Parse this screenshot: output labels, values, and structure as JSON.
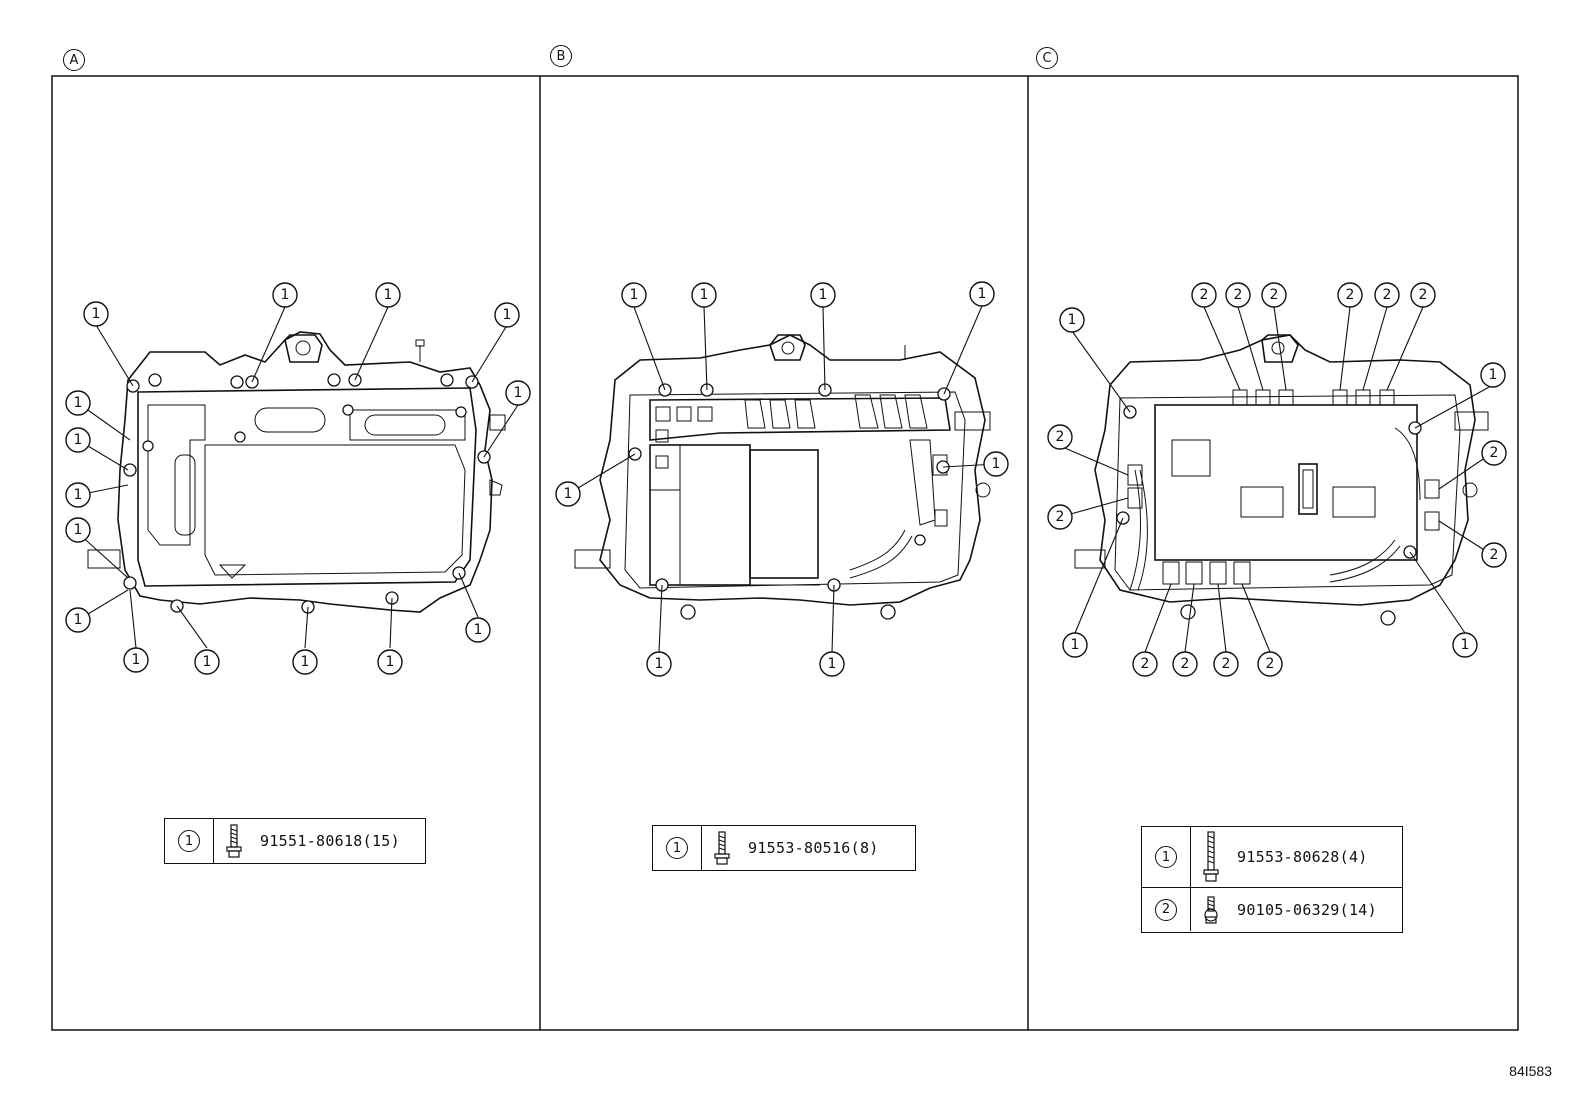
{
  "panels": [
    {
      "id": "A",
      "label": "A",
      "legend": [
        {
          "number": "1",
          "icon": "flange-bolt-icon",
          "part_number": "91551-80618(15)"
        }
      ]
    },
    {
      "id": "B",
      "label": "B",
      "legend": [
        {
          "number": "1",
          "icon": "flange-bolt-icon",
          "part_number": "91553-80516(8)"
        }
      ]
    },
    {
      "id": "C",
      "label": "C",
      "legend": [
        {
          "number": "1",
          "icon": "long-bolt-icon",
          "part_number": "91553-80628(4)"
        },
        {
          "number": "2",
          "icon": "short-bolt-icon",
          "part_number": "90105-06329(14)"
        }
      ]
    }
  ],
  "illustration_code": "84I583"
}
